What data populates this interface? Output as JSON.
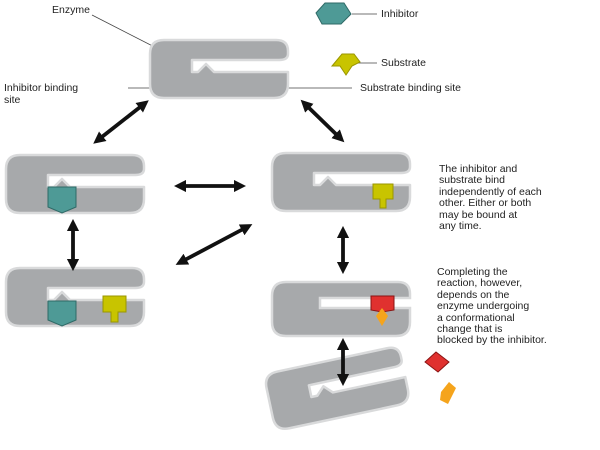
{
  "labels": {
    "enzyme": "Enzyme",
    "inhibitor": "Inhibitor",
    "substrate": "Substrate",
    "inhibitor_site": [
      "Inhibitor binding",
      "site"
    ],
    "substrate_site": "Substrate binding site"
  },
  "notes": {
    "independent": [
      "The inhibitor and",
      "substrate bind",
      "independently of each",
      "other.  Either or both",
      "may be bound at",
      "any time."
    ],
    "completion": [
      "Completing the",
      "reaction, however,",
      "depends on the",
      "enzyme undergoing",
      "a conformational",
      "change that is",
      "blocked by the inhibitor."
    ]
  },
  "colors": {
    "enzyme_fill": "#a7a9ab",
    "enzyme_stroke": "#d9dadb",
    "inhibitor": "#4e9a96",
    "substrate": "#c8c400",
    "product_red": "#e0312f",
    "product_orange": "#f5a41c",
    "arrow": "#111111"
  }
}
